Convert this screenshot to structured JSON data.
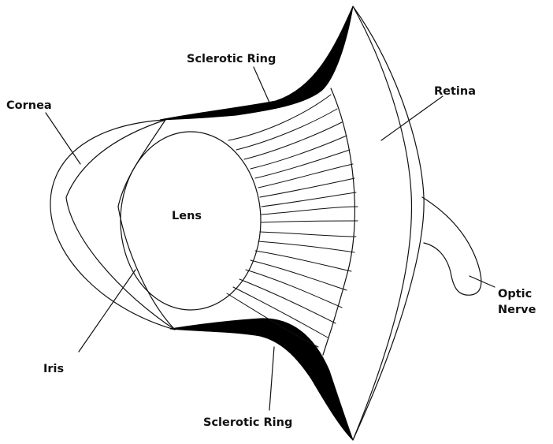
{
  "labels": {
    "sclerotic_ring_top": "Sclerotic Ring",
    "sclerotic_ring_bottom": "Sclerotic Ring",
    "cornea": "Cornea",
    "retina": "Retina",
    "lens": "Lens",
    "iris": "Iris",
    "optic_line1": "Optic",
    "optic_line2": "Nerve"
  },
  "colors": {
    "ink": "#000000",
    "background": "#ffffff"
  }
}
